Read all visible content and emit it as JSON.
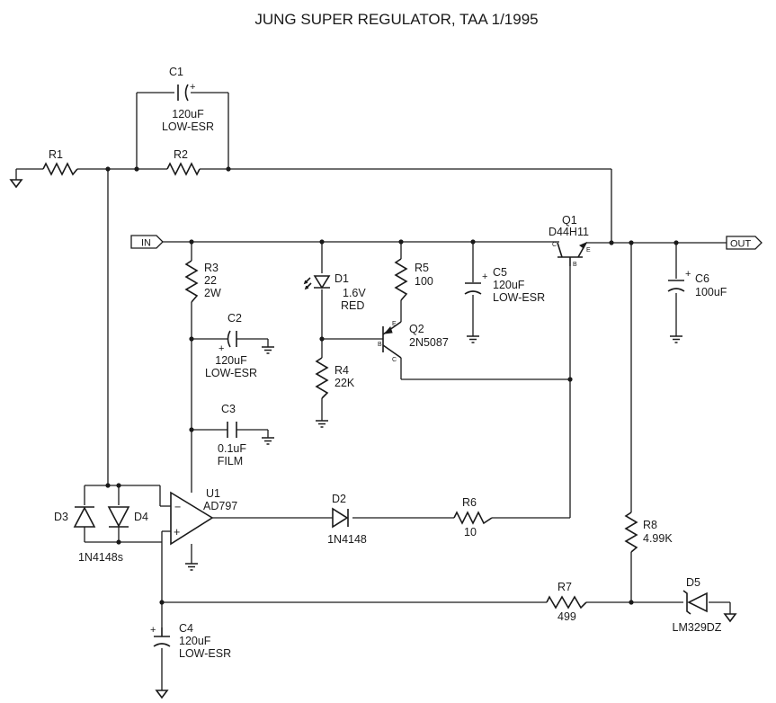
{
  "title": "JUNG SUPER REGULATOR, TAA 1/1995",
  "ports": {
    "in": "IN",
    "out": "OUT"
  },
  "components": {
    "r1": {
      "ref": "R1"
    },
    "r2": {
      "ref": "R2"
    },
    "r3": {
      "ref": "R3",
      "value": "22",
      "rating": "2W"
    },
    "r4": {
      "ref": "R4",
      "value": "22K"
    },
    "r5": {
      "ref": "R5",
      "value": "100"
    },
    "r6": {
      "ref": "R6",
      "value": "10"
    },
    "r7": {
      "ref": "R7",
      "value": "499"
    },
    "r8": {
      "ref": "R8",
      "value": "4.99K"
    },
    "c1": {
      "ref": "C1",
      "value": "120uF",
      "type": "LOW-ESR"
    },
    "c2": {
      "ref": "C2",
      "value": "120uF",
      "type": "LOW-ESR"
    },
    "c3": {
      "ref": "C3",
      "value": "0.1uF",
      "type": "FILM"
    },
    "c4": {
      "ref": "C4",
      "value": "120uF",
      "type": "LOW-ESR"
    },
    "c5": {
      "ref": "C5",
      "value": "120uF",
      "type": "LOW-ESR"
    },
    "c6": {
      "ref": "C6",
      "value": "100uF"
    },
    "d1": {
      "ref": "D1",
      "value": "1.6V",
      "color": "RED"
    },
    "d2": {
      "ref": "D2",
      "value": "1N4148"
    },
    "d3": {
      "ref": "D3"
    },
    "d4": {
      "ref": "D4"
    },
    "d34_part": "1N4148s",
    "d5": {
      "ref": "D5",
      "value": "LM329DZ"
    },
    "q1": {
      "ref": "Q1",
      "value": "D44H11",
      "pins": {
        "b": "B",
        "c": "C",
        "e": "E"
      }
    },
    "q2": {
      "ref": "Q2",
      "value": "2N5087",
      "pins": {
        "b": "B",
        "c": "C",
        "e": "E"
      }
    },
    "u1": {
      "ref": "U1",
      "value": "AD797",
      "minus": "−",
      "plus": "+"
    }
  },
  "polarity_mark": "+"
}
